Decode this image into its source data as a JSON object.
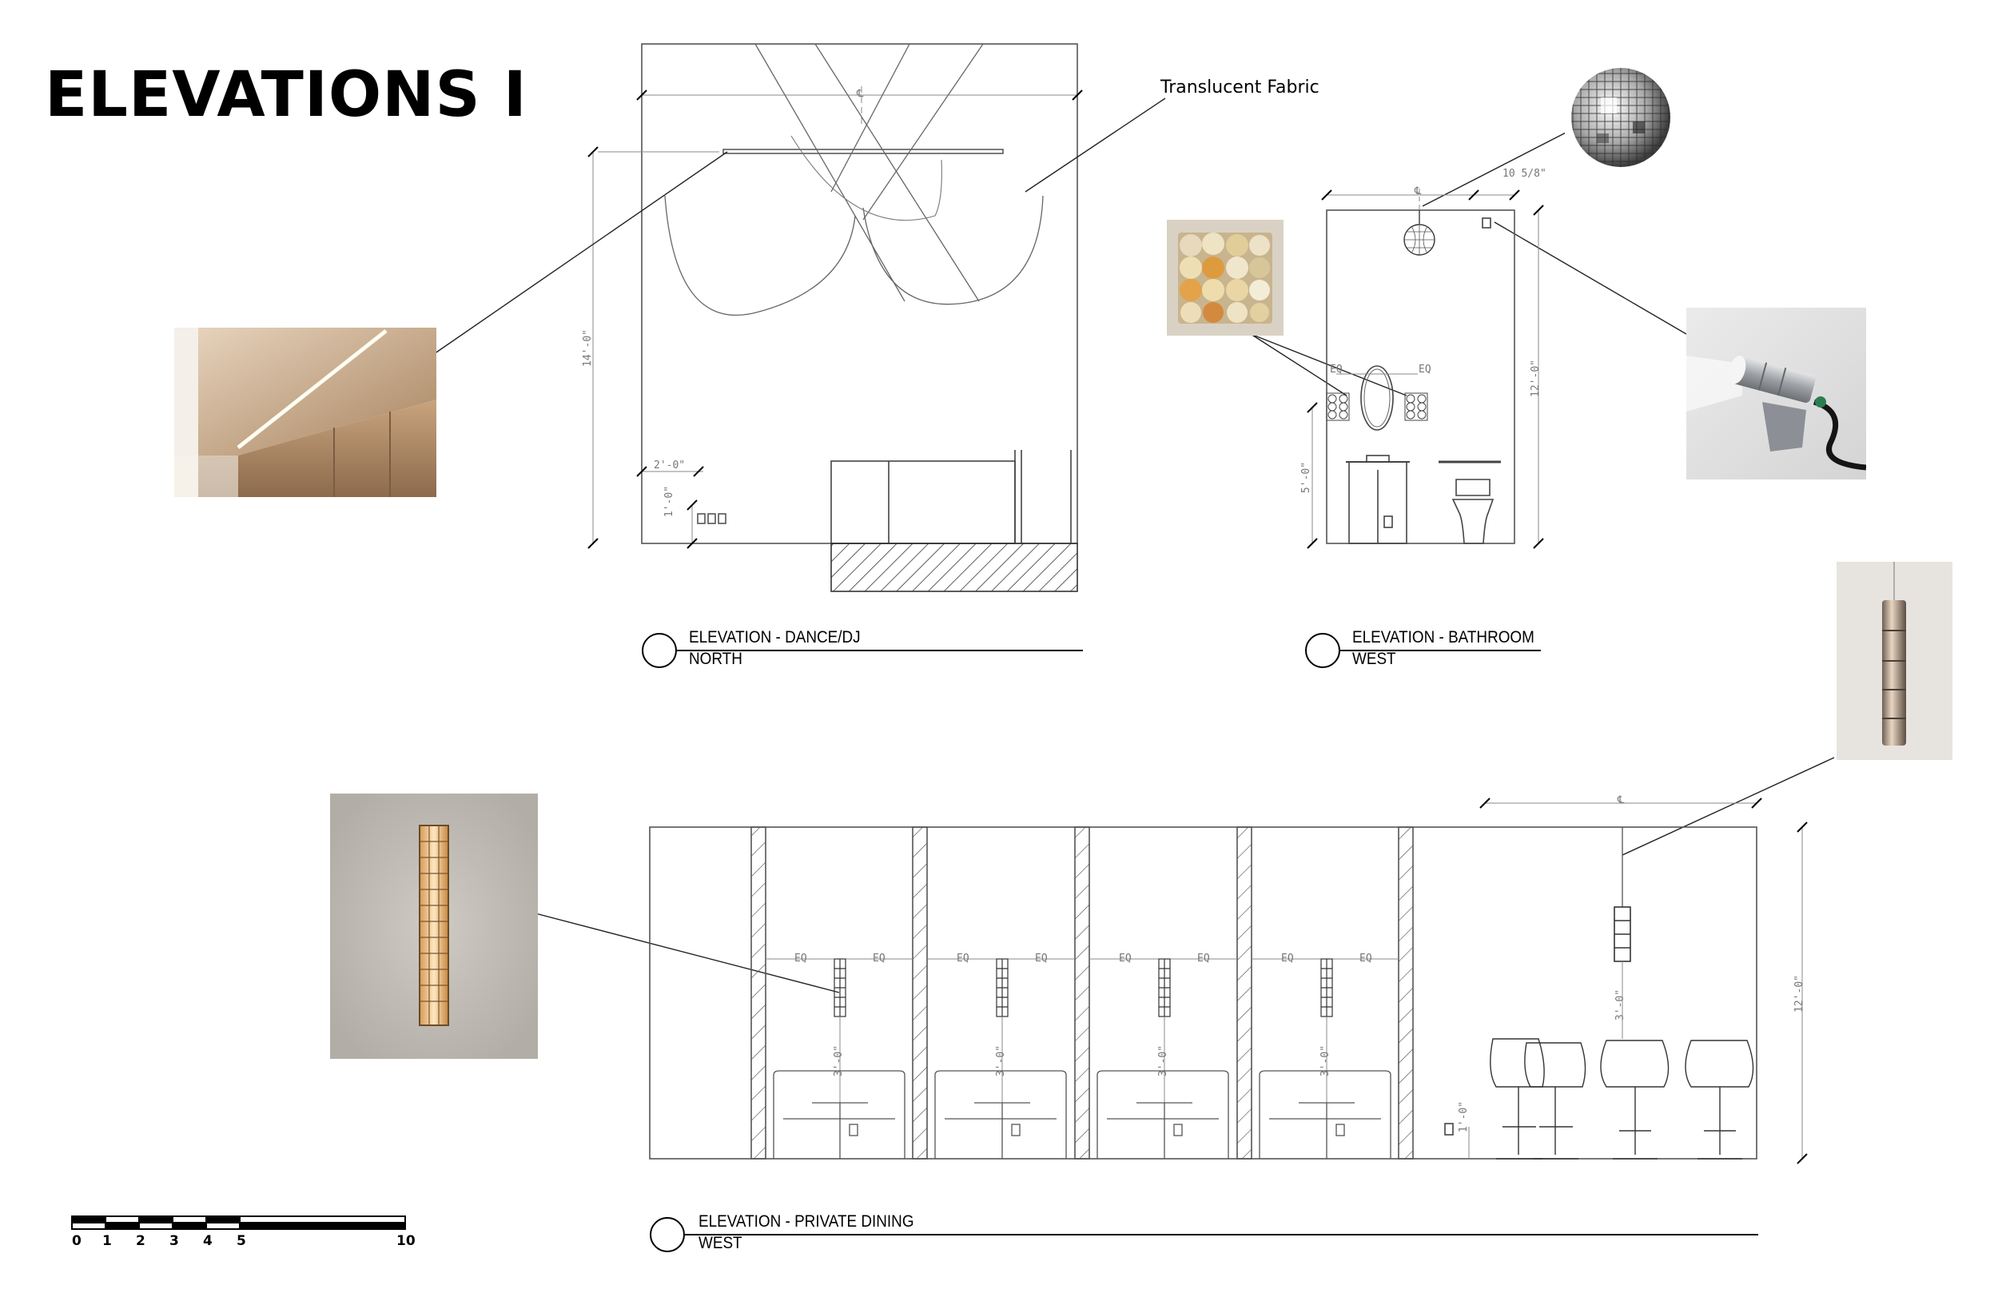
{
  "page": {
    "title": "ELEVATIONS I"
  },
  "callouts": {
    "fabric": "Translucent Fabric"
  },
  "elevations": {
    "dance": {
      "name": "ELEVATION - DANCE/DJ",
      "direction": "NORTH"
    },
    "bathroom": {
      "name": "ELEVATION - BATHROOM",
      "direction": "WEST"
    },
    "dining": {
      "name": "ELEVATION - PRIVATE DINING",
      "direction": "WEST"
    }
  },
  "dimensions": {
    "dance_height": "14'-0\"",
    "dance_offset_h": "2'-0\"",
    "dance_offset_v": "1'-0\"",
    "bath_height": "12'-0\"",
    "bath_sconce_height": "5'-0\"",
    "bath_spot_offset": "10 5/8\"",
    "eq": "EQ",
    "dining_height": "12'-0\"",
    "dining_sconce_h": "3'-0\"",
    "dining_outlet_h": "1'-0\"",
    "centerline": "℄"
  },
  "scale_bar": {
    "labels": [
      "0",
      "1",
      "2",
      "3",
      "4",
      "5",
      "10"
    ]
  },
  "photos": [
    {
      "name": "linear-cove-light-photo",
      "icon": "cove-light-icon"
    },
    {
      "name": "glass-sconce-photo",
      "icon": "glass-sconce-icon"
    },
    {
      "name": "disco-ball-photo",
      "icon": "disco-ball-icon"
    },
    {
      "name": "spotlight-photo",
      "icon": "spotlight-icon"
    },
    {
      "name": "cylinder-pendant-photo",
      "icon": "pendant-icon"
    },
    {
      "name": "grid-wall-sconce-photo",
      "icon": "wall-sconce-icon"
    }
  ],
  "colors": {
    "line": "#555555",
    "ink": "#000000",
    "photo_warm": "#c8a17a",
    "photo_gray": "#c9c7c3"
  }
}
